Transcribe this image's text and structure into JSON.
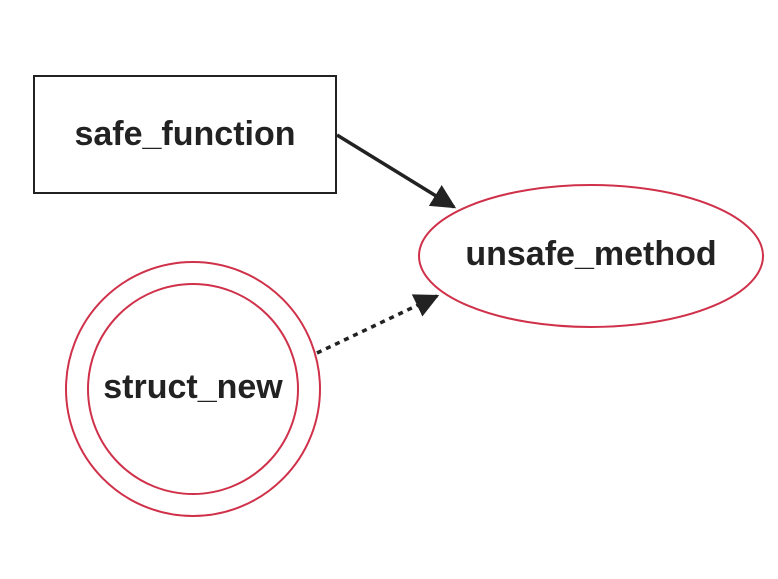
{
  "nodes": {
    "safe_function": {
      "label": "safe_function",
      "shape": "rectangle"
    },
    "unsafe_method": {
      "label": "unsafe_method",
      "shape": "ellipse"
    },
    "struct_new": {
      "label": "struct_new",
      "shape": "double-circle"
    }
  },
  "edges": [
    {
      "from": "safe_function",
      "to": "unsafe_method",
      "style": "solid"
    },
    {
      "from": "struct_new",
      "to": "unsafe_method",
      "style": "dotted"
    }
  ],
  "colors": {
    "unsafe_stroke": "#d0314a",
    "safe_stroke": "#222222",
    "edge": "#222222",
    "text": "#222222"
  }
}
